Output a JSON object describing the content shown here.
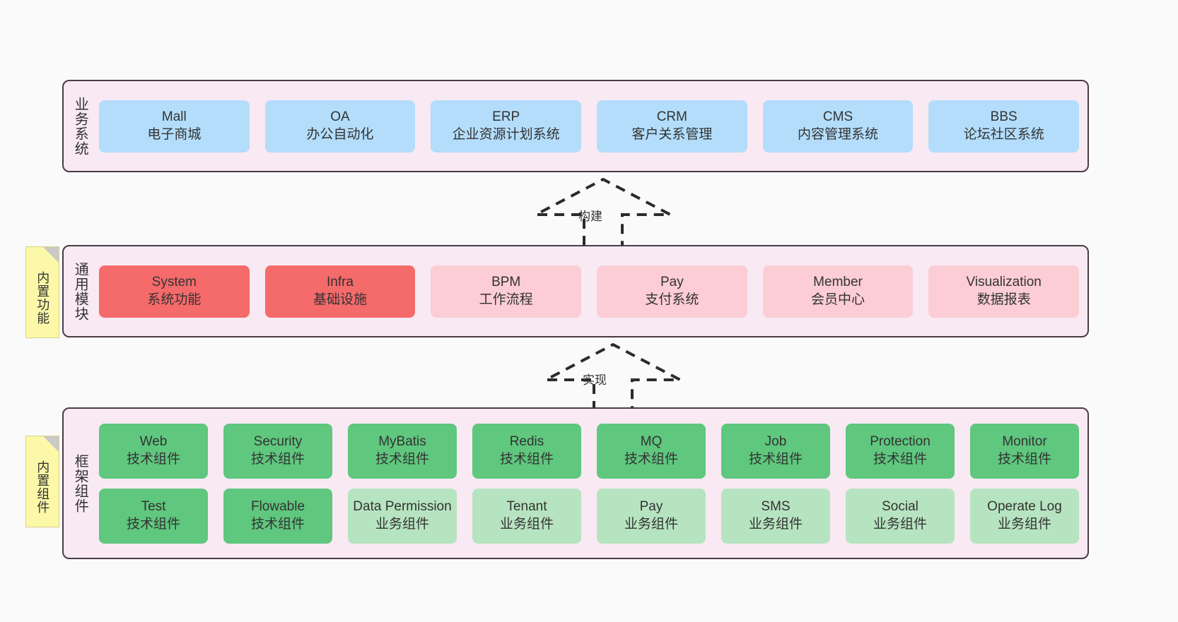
{
  "page": {
    "background_color": "#fafafa"
  },
  "palette": {
    "blue": "#b3ddfb",
    "red": "#f56a6a",
    "pink": "#fccdd5",
    "green": "#5fc77e",
    "light_green": "#b7e4c0",
    "band_background": "#f8e9f3",
    "band_border": "#4a3b44",
    "note_background": "#fbf8a8",
    "note_fold": "#c9c9c9",
    "text": "#333333"
  },
  "notes": [
    {
      "label": "内置功能"
    },
    {
      "label": "内置组件"
    }
  ],
  "connectors": [
    {
      "name": "build",
      "label": "构建",
      "style": "dashed-generalization",
      "direction": "up"
    },
    {
      "name": "realize",
      "label": "实现",
      "style": "dashed-generalization",
      "direction": "up"
    }
  ],
  "layers": [
    {
      "id": "business",
      "title": "业务系统",
      "rows": [
        {
          "cells": [
            {
              "en": "Mall",
              "cn": "电子商城",
              "color": "blue"
            },
            {
              "en": "OA",
              "cn": "办公自动化",
              "color": "blue"
            },
            {
              "en": "ERP",
              "cn": "企业资源计划系统",
              "color": "blue"
            },
            {
              "en": "CRM",
              "cn": "客户关系管理",
              "color": "blue"
            },
            {
              "en": "CMS",
              "cn": "内容管理系统",
              "color": "blue"
            },
            {
              "en": "BBS",
              "cn": "论坛社区系统",
              "color": "blue"
            }
          ]
        }
      ]
    },
    {
      "id": "common",
      "title": "通用模块",
      "rows": [
        {
          "cells": [
            {
              "en": "System",
              "cn": "系统功能",
              "color": "red"
            },
            {
              "en": "Infra",
              "cn": "基础设施",
              "color": "red"
            },
            {
              "en": "BPM",
              "cn": "工作流程",
              "color": "pink"
            },
            {
              "en": "Pay",
              "cn": "支付系统",
              "color": "pink"
            },
            {
              "en": "Member",
              "cn": "会员中心",
              "color": "pink"
            },
            {
              "en": "Visualization",
              "cn": "数据报表",
              "color": "pink"
            }
          ]
        }
      ]
    },
    {
      "id": "framework",
      "title": "框架组件",
      "rows": [
        {
          "cells": [
            {
              "en": "Web",
              "cn": "技术组件",
              "color": "green"
            },
            {
              "en": "Security",
              "cn": "技术组件",
              "color": "green"
            },
            {
              "en": "MyBatis",
              "cn": "技术组件",
              "color": "green"
            },
            {
              "en": "Redis",
              "cn": "技术组件",
              "color": "green"
            },
            {
              "en": "MQ",
              "cn": "技术组件",
              "color": "green"
            },
            {
              "en": "Job",
              "cn": "技术组件",
              "color": "green"
            },
            {
              "en": "Protection",
              "cn": "技术组件",
              "color": "green"
            },
            {
              "en": "Monitor",
              "cn": "技术组件",
              "color": "green"
            }
          ]
        },
        {
          "cells": [
            {
              "en": "Test",
              "cn": "技术组件",
              "color": "green"
            },
            {
              "en": "Flowable",
              "cn": "技术组件",
              "color": "green"
            },
            {
              "en": "Data Permission",
              "cn": "业务组件",
              "color": "light_green"
            },
            {
              "en": "Tenant",
              "cn": "业务组件",
              "color": "light_green"
            },
            {
              "en": "Pay",
              "cn": "业务组件",
              "color": "light_green"
            },
            {
              "en": "SMS",
              "cn": "业务组件",
              "color": "light_green"
            },
            {
              "en": "Social",
              "cn": "业务组件",
              "color": "light_green"
            },
            {
              "en": "Operate Log",
              "cn": "业务组件",
              "color": "light_green"
            }
          ]
        }
      ]
    }
  ]
}
